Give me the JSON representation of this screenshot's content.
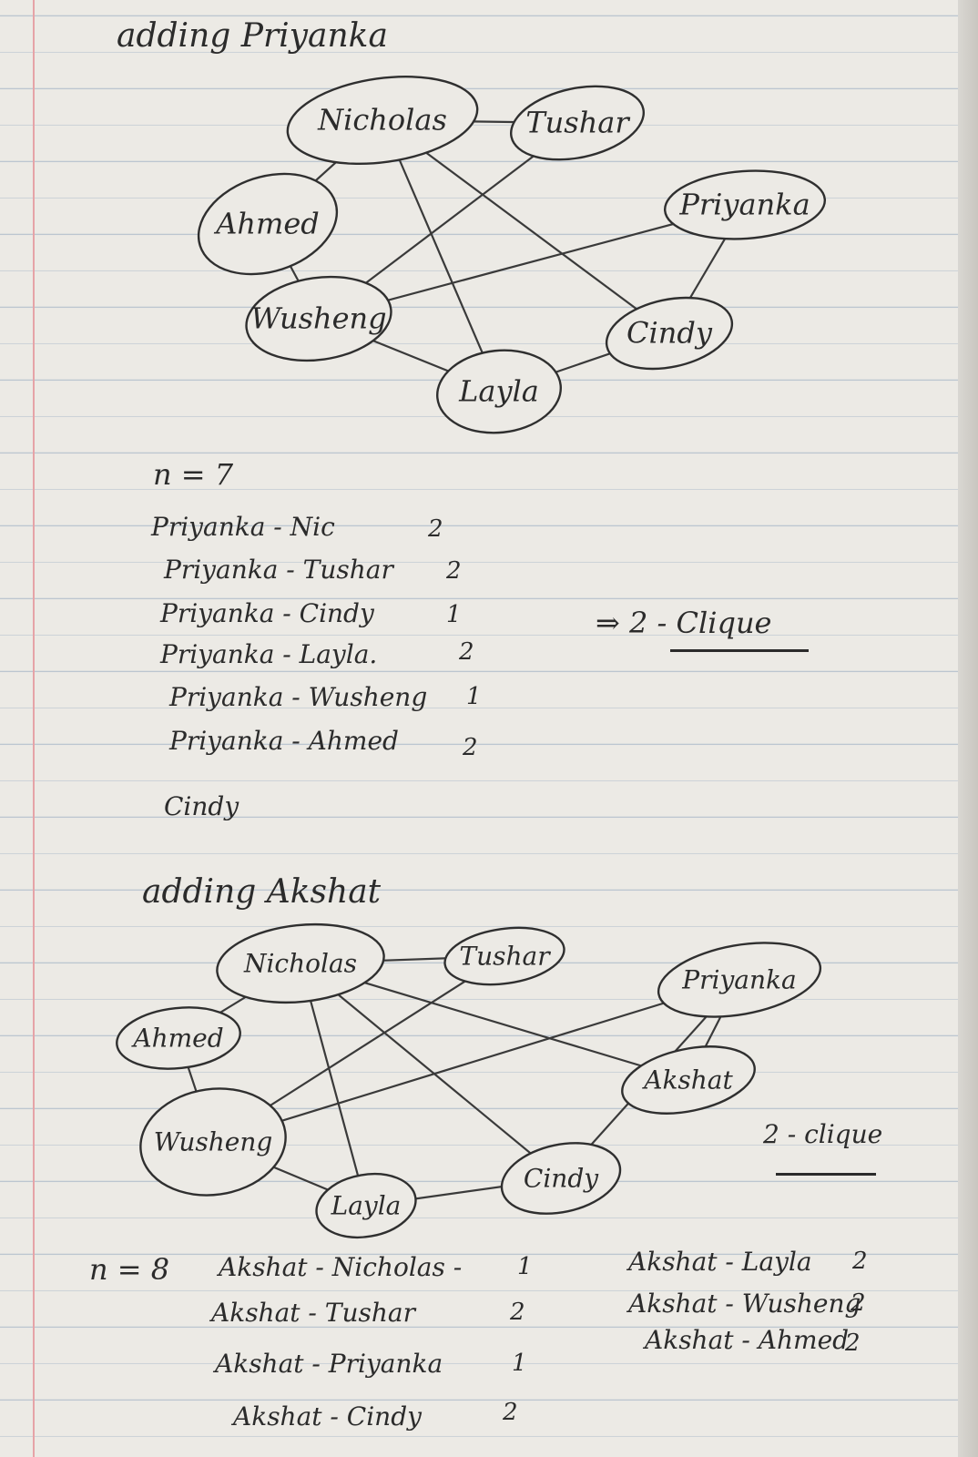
{
  "section1": {
    "title": "adding Priyanka",
    "nodes": [
      "Nicholas",
      "Tushar",
      "Priyanka",
      "Ahmed",
      "Wusheng",
      "Cindy",
      "Layla"
    ],
    "n_label": "n = 7",
    "pairs": [
      {
        "label": "Priyanka - Nic",
        "value": "2"
      },
      {
        "label": "Priyanka - Tushar",
        "value": "2"
      },
      {
        "label": "Priyanka - Cindy",
        "value": "1"
      },
      {
        "label": "Priyanka - Layla.",
        "value": "2"
      },
      {
        "label": "Priyanka - Wusheng",
        "value": "1"
      },
      {
        "label": "Priyanka - Ahmed",
        "value": "2"
      }
    ],
    "note": "Cindy",
    "result": "⇒ 2 - Clique"
  },
  "section2": {
    "title": "adding Akshat",
    "nodes": [
      "Nicholas",
      "Tushar",
      "Priyanka",
      "Ahmed",
      "Akshat",
      "Wusheng",
      "Cindy",
      "Layla"
    ],
    "result": "2 - clique",
    "n_label": "n = 8",
    "pairs_left": [
      {
        "label": "Akshat - Nicholas -",
        "value": "1"
      },
      {
        "label": "Akshat - Tushar",
        "value": "2"
      },
      {
        "label": "Akshat - Priyanka",
        "value": "1"
      },
      {
        "label": "Akshat - Cindy",
        "value": "2"
      }
    ],
    "pairs_right": [
      {
        "label": "Akshat - Layla",
        "value": "2"
      },
      {
        "label": "Akshat - Wusheng",
        "value": "2"
      },
      {
        "label": "Akshat - Ahmed",
        "value": "2"
      }
    ]
  }
}
